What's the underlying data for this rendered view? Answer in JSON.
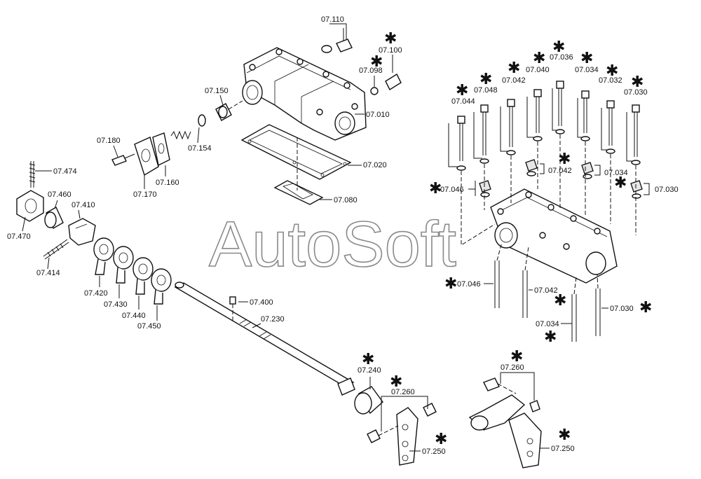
{
  "watermark": "AutoSoft",
  "labels": {
    "p07110": "07.110",
    "p07100": "07.100",
    "p07098": "07.098",
    "p07150": "07.150",
    "p07010": "07.010",
    "p07180": "07.180",
    "p07154": "07.154",
    "p07020": "07.020",
    "p07170": "07.170",
    "p07160": "07.160",
    "p07080": "07.080",
    "p07474": "07.474",
    "p07460": "07.460",
    "p07410": "07.410",
    "p07470": "07.470",
    "p07414": "07.414",
    "p07420": "07.420",
    "p07430": "07.430",
    "p07440": "07.440",
    "p07450": "07.450",
    "p07400": "07.400",
    "p07230": "07.230",
    "p07240": "07.240",
    "p07260a": "07.260",
    "p07250a": "07.250",
    "p07260b": "07.260",
    "p07250b": "07.250",
    "p07036": "07.036",
    "p07040": "07.040",
    "p07034t": "07.034",
    "p07042t": "07.042",
    "p07032": "07.032",
    "p07048": "07.048",
    "p07030t": "07.030",
    "p07044": "07.044",
    "p07042m": "07.042",
    "p07034m": "07.034",
    "p07046m": "07.046",
    "p07030m": "07.030",
    "p07046b": "07.046",
    "p07042b": "07.042",
    "p07030b": "07.030",
    "p07034b": "07.034"
  },
  "star_symbol": "✱"
}
